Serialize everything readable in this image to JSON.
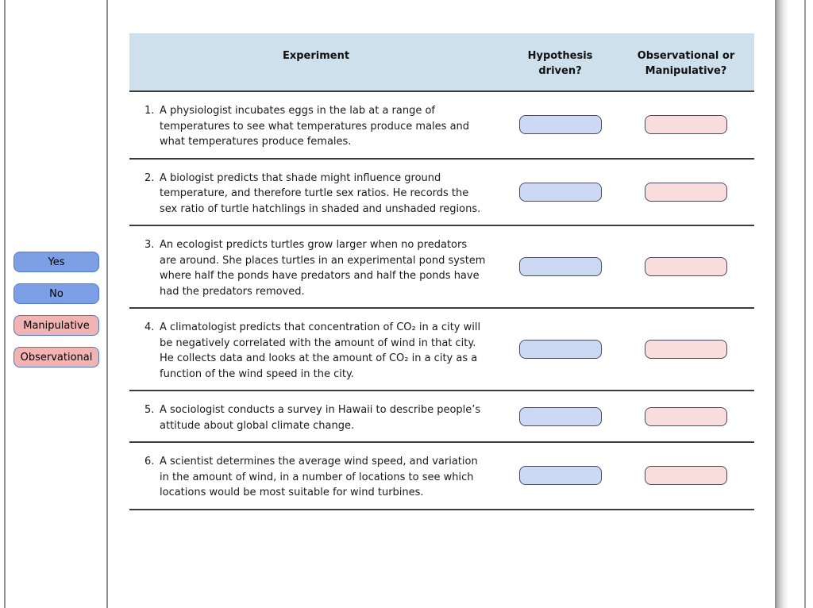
{
  "palette": {
    "chip_blue": "#7D9FE6",
    "chip_pink": "#F2B3B3",
    "chip_border": "#4D79D6",
    "dropzone_blue": "#CDD9F4",
    "dropzone_pink": "#F9DDDD",
    "dropzone_border": "#474A63",
    "header_background": "#CEE0EC",
    "table_rule": "#3C3C3C",
    "frame_line": "#8F8F8F"
  },
  "chips": [
    {
      "label": "Yes",
      "color": "blue"
    },
    {
      "label": "No",
      "color": "blue"
    },
    {
      "label": "Manipulative",
      "color": "pink"
    },
    {
      "label": "Observational",
      "color": "pink"
    }
  ],
  "table": {
    "headers": {
      "experiment": "Experiment",
      "hypothesis": "Hypothesis driven?",
      "observational": "Observational or Manipulative?"
    },
    "rows": [
      {
        "number": "1.",
        "text": "A physiologist incubates eggs in the lab at a range of temperatures to see what temperatures produce males and what temperatures produce females."
      },
      {
        "number": "2.",
        "text": "A biologist predicts that shade might influence ground temperature, and therefore turtle sex ratios. He records the sex ratio of turtle hatchlings in shaded and unshaded regions."
      },
      {
        "number": "3.",
        "text": "An ecologist predicts turtles grow larger when no predators are around. She places turtles in an experimental pond system where half the ponds have predators and half the ponds have had the predators removed."
      },
      {
        "number": "4.",
        "text": "A climatologist predicts that concentration of CO₂ in a city will be negatively correlated with the amount of wind in that city. He collects data and looks at the amount of CO₂ in a city as a function of the wind speed in the city."
      },
      {
        "number": "5.",
        "text": "A sociologist conducts a survey in Hawaii to describe people’s attitude about global climate change."
      },
      {
        "number": "6.",
        "text": "A scientist determines the average wind speed, and variation in the amount of wind, in a number of locations to see which locations would be most suitable for wind turbines."
      }
    ]
  }
}
